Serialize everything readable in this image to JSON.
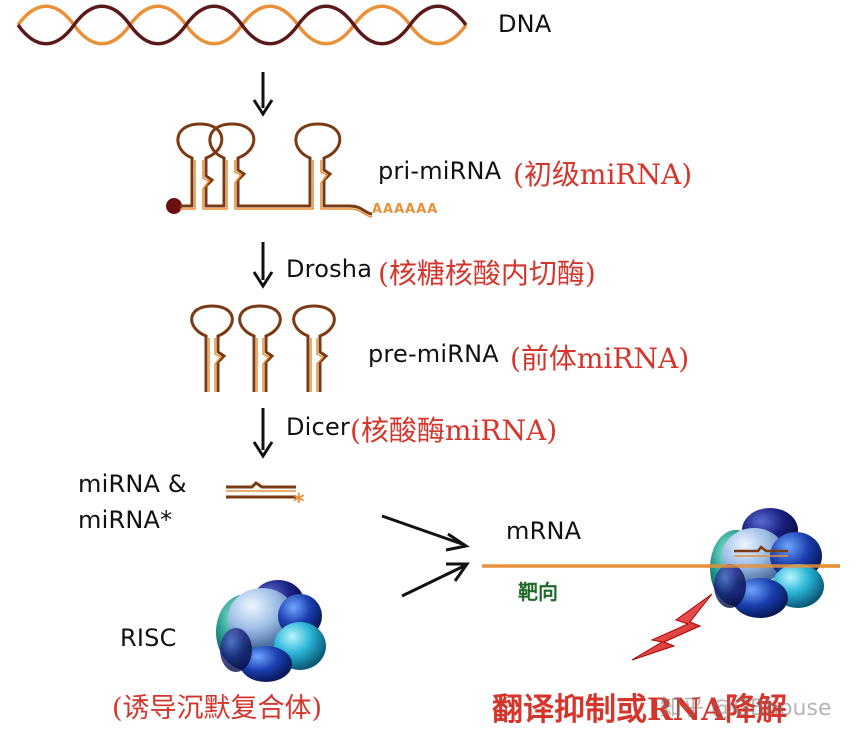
{
  "labels": {
    "dna": "DNA",
    "pri": "pri-miRNA",
    "pri_cn": "(初级miRNA)",
    "polya": "AAAAAA",
    "drosha": "Drosha",
    "drosha_cn": "(核糖核酸内切酶)",
    "pre": "pre-miRNA",
    "pre_cn": "(前体miRNA)",
    "dicer": "Dicer",
    "dicer_cn": "(核酸酶miRNA)",
    "mirna_line1": "miRNA  &",
    "mirna_line2": "miRNA*",
    "mrna": "mRNA",
    "target": "靶向",
    "risc": "RISC",
    "risc_cn": "(诱导沉默复合体)",
    "outcome": "翻译抑制或RNA降解",
    "watermark": "知乎 @GBhouse"
  },
  "colors": {
    "orange": "#e8913a",
    "brown": "#7a3a12",
    "dark_strand": "#5a1a1a",
    "red_text": "#d4362c",
    "green_text": "#1e6b2a"
  }
}
